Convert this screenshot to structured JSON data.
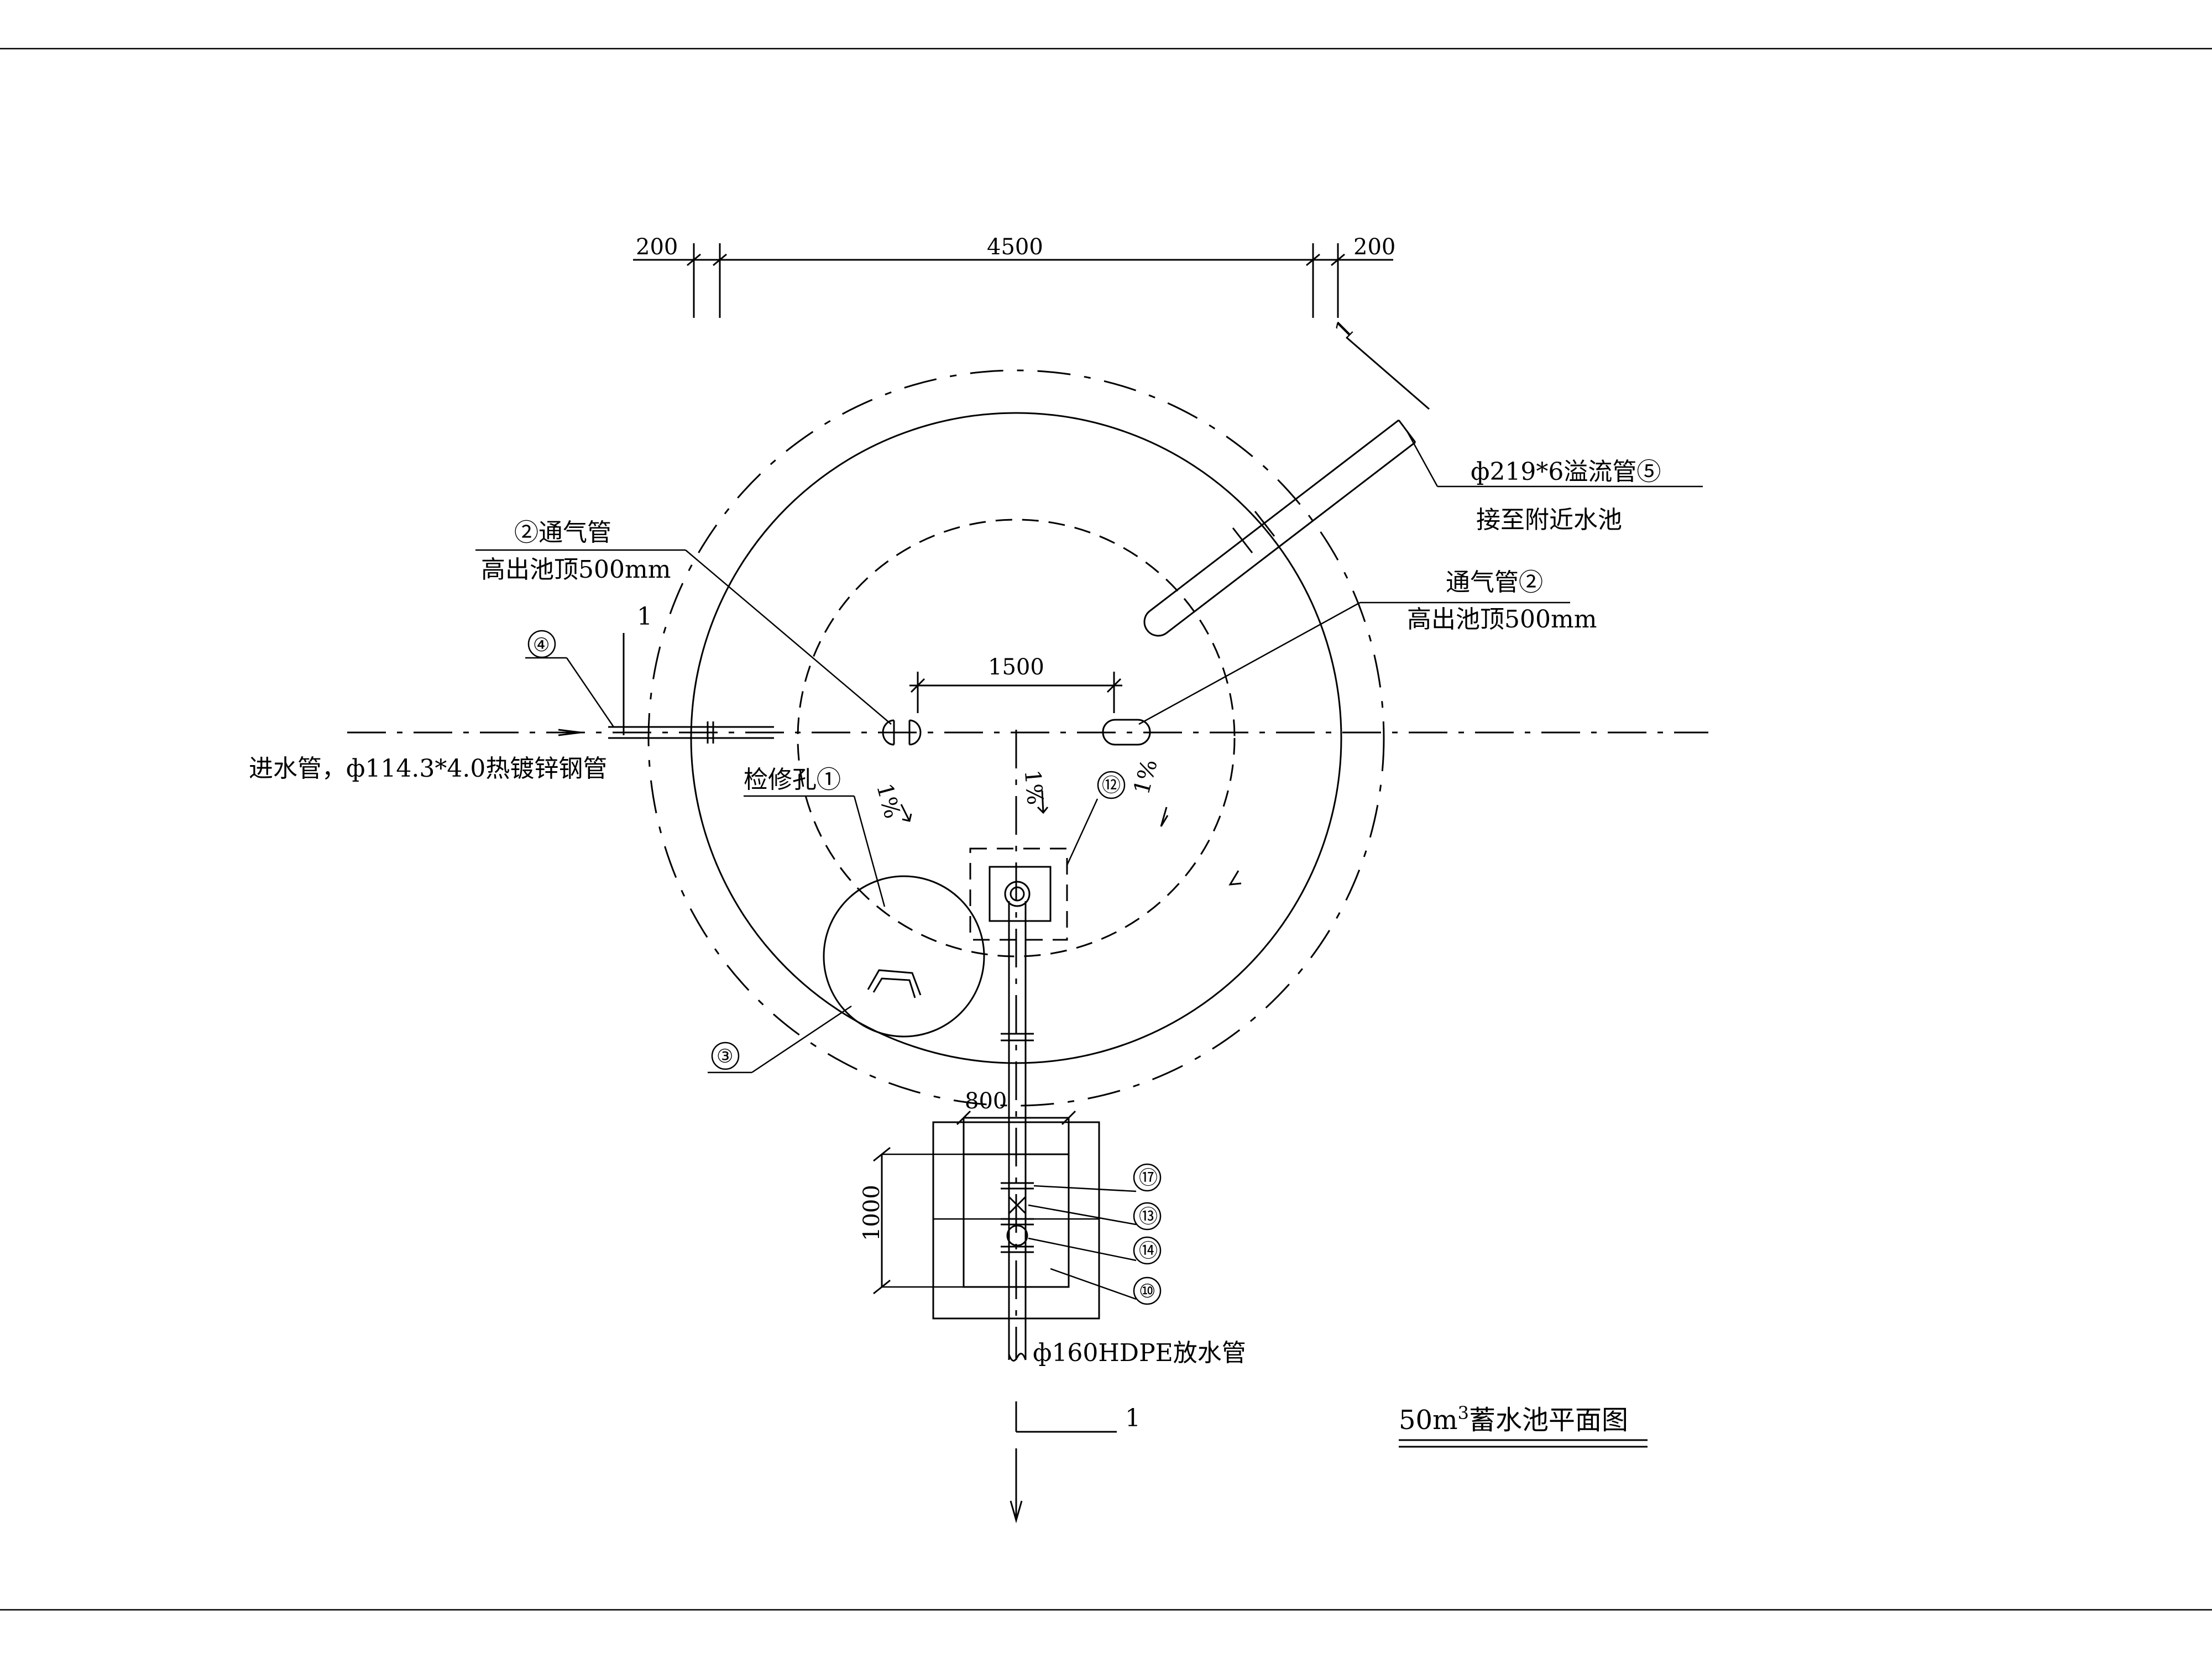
{
  "dimensions": {
    "top_left": "200",
    "top_main": "4500",
    "top_right": "200",
    "inner_vent_spacing": "1500",
    "box_width": "800",
    "box_height": "1000"
  },
  "section_marks": {
    "top_right": "1",
    "left": "1",
    "bottom": "1"
  },
  "labels": {
    "vent_left_line1": "②通气管",
    "vent_left_line2": "高出池顶500mm",
    "vent_right_line1": "通气管②",
    "vent_right_line2": "高出池顶500mm",
    "overflow_line1": "ф219*6溢流管⑤",
    "overflow_line2": "接至附近水池",
    "inlet_tag": "④",
    "inlet_pipe": "进水管，ф114.3*4.0热镀锌钢管",
    "manhole": "检修孔①",
    "sump_tag": "⑫",
    "ladder_tag": "③",
    "drain_pipe": "ф160HDPE放水管",
    "valve_17": "⑰",
    "valve_13": "⑬",
    "valve_14": "⑭",
    "box_10": "⑩"
  },
  "slopes": {
    "left": "1%",
    "center": "1%",
    "right": "1%"
  },
  "title": {
    "prefix": "50m",
    "superscript": "3",
    "suffix": "蓄水池平面图"
  }
}
